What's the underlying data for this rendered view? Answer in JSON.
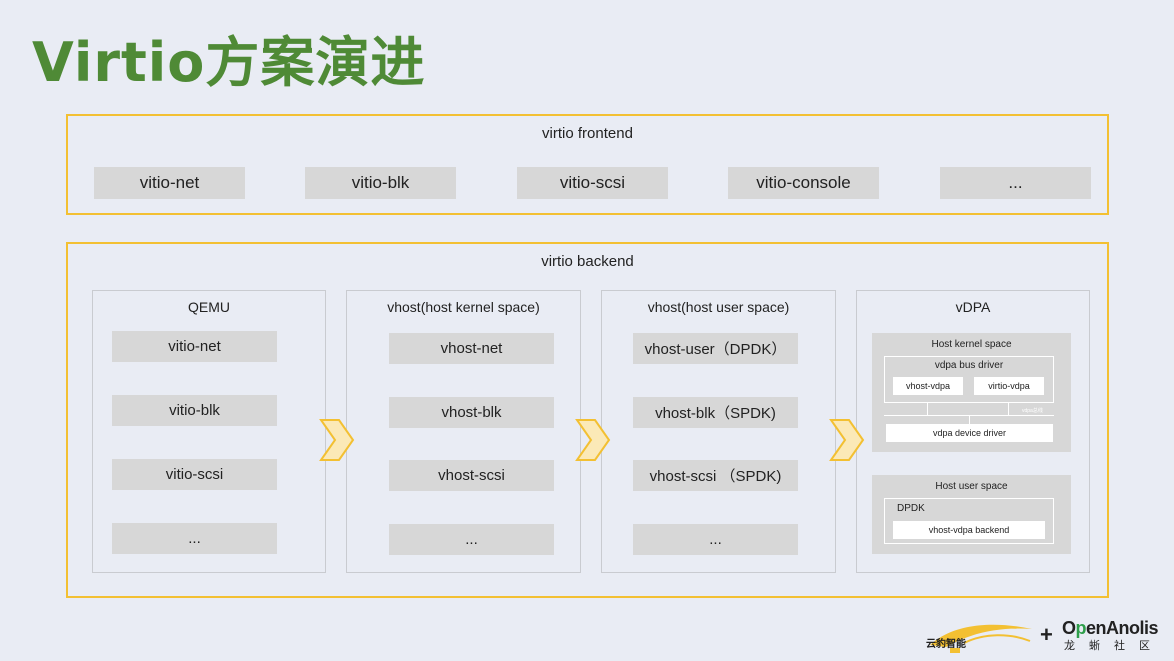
{
  "title": "Virtio方案演进",
  "frontend": {
    "label": "virtio frontend",
    "items": [
      "vitio-net",
      "vitio-blk",
      "vitio-scsi",
      "vitio-console",
      "..."
    ]
  },
  "backend": {
    "label": "virtio backend",
    "columns": [
      {
        "title": "QEMU",
        "items": [
          "vitio-net",
          "vitio-blk",
          "vitio-scsi",
          "..."
        ]
      },
      {
        "title": "vhost(host kernel space)",
        "items": [
          "vhost-net",
          "vhost-blk",
          "vhost-scsi",
          "..."
        ]
      },
      {
        "title": "vhost(host user space)",
        "items": [
          "vhost-user（DPDK）",
          "vhost-blk（SPDK)",
          "vhost-scsi （SPDK)",
          "..."
        ]
      }
    ],
    "vdpa": {
      "title": "vDPA",
      "kernel": {
        "title": "Host kernel space",
        "bus_driver": "vdpa bus driver",
        "vhost_vdpa": "vhost-vdpa",
        "virtio_vdpa": "virtio-vdpa",
        "bus_tiny": "vdpa总线",
        "device_driver": "vdpa device driver"
      },
      "user": {
        "title": "Host user space",
        "dpdk": "DPDK",
        "backend": "vhost-vdpa backend"
      }
    }
  },
  "logos": {
    "left_text": "云豹智能",
    "right_en_prefix": "O",
    "right_en_highlight": "p",
    "right_en_rest": "enAnolis",
    "right_cn": "龙蜥社区"
  },
  "colors": {
    "title": "#4f8a36",
    "frame": "#f3c032",
    "chip": "#d7d7d7",
    "background": "#e9ecf4"
  }
}
